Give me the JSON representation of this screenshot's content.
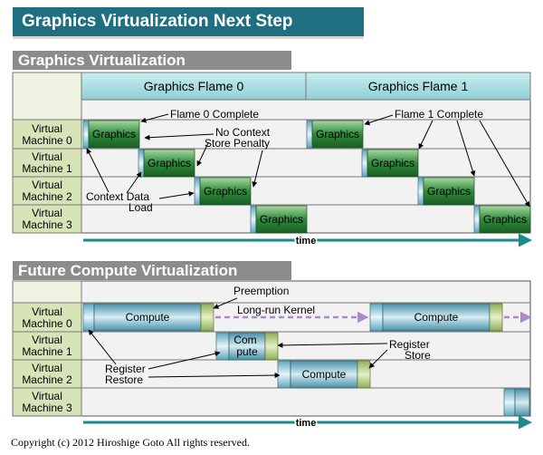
{
  "title": "Graphics Virtualization Next Step",
  "copyright": "Copyright (c) 2012 Hiroshige Goto All rights reserved.",
  "graphics_section": {
    "heading": "Graphics Virtualization",
    "frames": [
      "Graphics Flame 0",
      "Graphics Flame 1"
    ],
    "vm_labels": [
      [
        "Virtual",
        "Machine 0"
      ],
      [
        "Virtual",
        "Machine 1"
      ],
      [
        "Virtual",
        "Machine 2"
      ],
      [
        "Virtual",
        "Machine 3"
      ]
    ],
    "block_label": "Graphics",
    "annotations": {
      "flame0_complete": "Flame 0 Complete",
      "flame1_complete": "Flame 1 Complete",
      "no_context": [
        "No Context",
        "Store Penalty"
      ],
      "context_load": [
        "Context Data",
        "Load"
      ]
    },
    "time_label": "time"
  },
  "compute_section": {
    "heading": "Future Compute Virtualization",
    "vm_labels": [
      [
        "Virtual",
        "Machine 0"
      ],
      [
        "Virtual",
        "Machine 1"
      ],
      [
        "Virtual",
        "Machine 2"
      ],
      [
        "Virtual",
        "Machine 3"
      ]
    ],
    "block_label": "Compute",
    "split_block_label": [
      "Com",
      "pute"
    ],
    "annotations": {
      "preemption": "Preemption",
      "long_run": "Long-run Kernel",
      "register_store": [
        "Register",
        "Store"
      ],
      "register_restore": [
        "Register",
        "Restore"
      ]
    },
    "time_label": "time"
  },
  "colors": {
    "title_bg": "#1f6f82",
    "section_bg": "#8c8c8c",
    "graphics_block": "#1d7a2c",
    "compute_block": "#3f8fa8",
    "time_arrow": "#1a8a8a",
    "preempt_arrow": "#a88bc8",
    "header_cell": "#a9dde0",
    "label_cell": "#d6e4b8"
  }
}
